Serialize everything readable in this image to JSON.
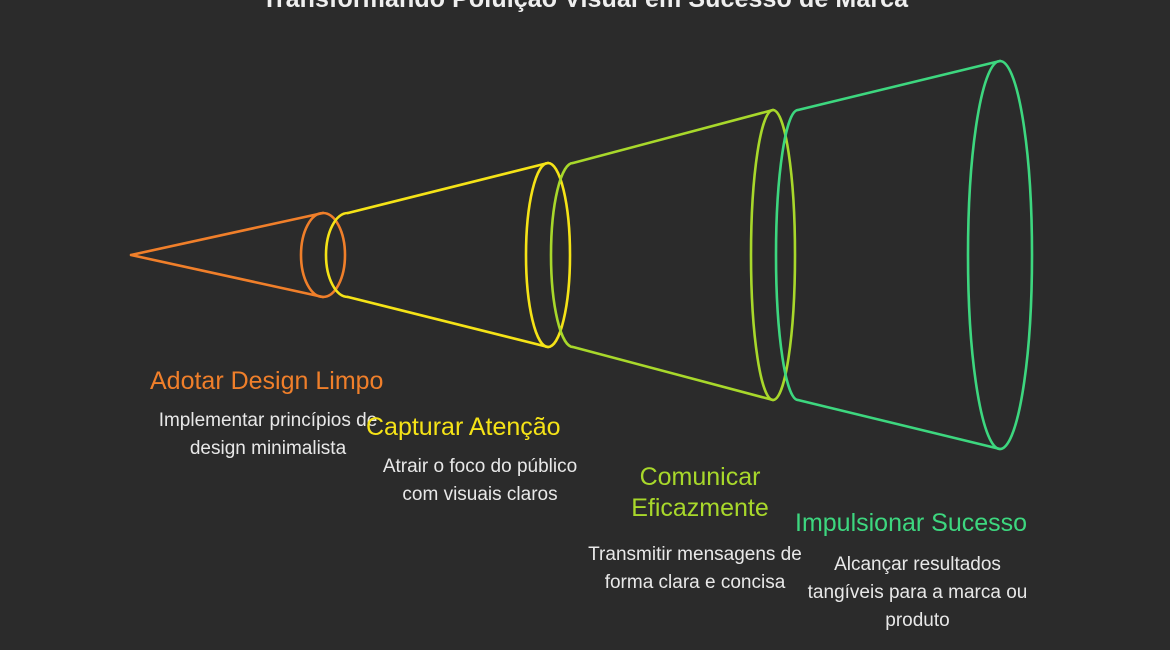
{
  "title": "Transformando Poluição Visual em Sucesso de Marca",
  "background_color": "#2b2b2b",
  "title_color": "#efefef",
  "description_color": "#e8e8e8",
  "chart_data": {
    "type": "funnel",
    "title": "Transformando Poluição Visual em Sucesso de Marca",
    "orientation": "horizontal-cone",
    "stages": [
      {
        "index": 1,
        "label": "Adotar Design Limpo",
        "description": "Implementar princípios de design minimalista",
        "description_lines": [
          "Implementar princípios de",
          "design minimalista"
        ],
        "color": "#f07f2a",
        "radius": 42,
        "width_value": 84
      },
      {
        "index": 2,
        "label": "Capturar Atenção",
        "description": "Atrair o foco do público com visuais claros",
        "description_lines": [
          "Atrair o foco do público",
          "com visuais claros"
        ],
        "color": "#f5e317",
        "radius": 92,
        "width_value": 184
      },
      {
        "index": 3,
        "label": "Comunicar Eficazmente",
        "label_lines": [
          "Comunicar",
          "Eficazmente"
        ],
        "description": "Transmitir mensagens de forma clara e concisa",
        "description_lines": [
          "Transmitir mensagens de",
          "forma clara e concisa"
        ],
        "color": "#a8d82b",
        "radius": 145,
        "width_value": 290
      },
      {
        "index": 4,
        "label": "Impulsionar Sucesso",
        "description": "Alcançar resultados tangíveis para a marca ou produto",
        "description_lines": [
          "Alcançar resultados",
          "tangíveis para a marca ou",
          "produto"
        ],
        "color": "#3dd77f",
        "radius": 194,
        "width_value": 388
      }
    ]
  }
}
